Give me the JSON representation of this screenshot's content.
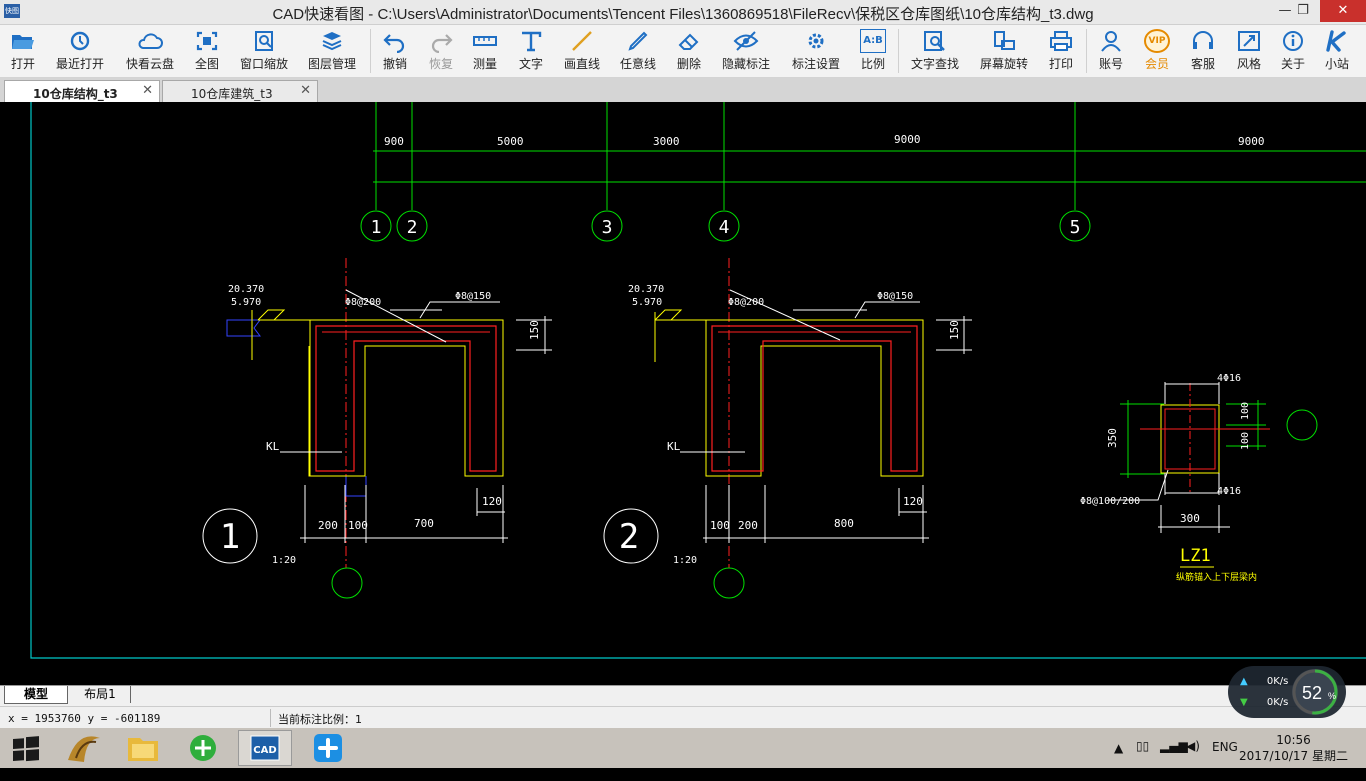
{
  "window": {
    "title": "CAD快速看图 - C:\\Users\\Administrator\\Documents\\Tencent Files\\1360869518\\FileRecv\\保税区仓库图纸\\10仓库结构_t3.dwg",
    "app_icon_text": "快图",
    "minimize": "—",
    "restore": "❐",
    "close": "✕"
  },
  "toolbar": {
    "open": "打开",
    "recent": "最近打开",
    "cloud": "快看云盘",
    "full_view": "全图",
    "window_zoom": "窗口缩放",
    "layers": "图层管理",
    "undo": "撤销",
    "redo": "恢复",
    "measure": "测量",
    "text": "文字",
    "line": "画直线",
    "freehand": "任意线",
    "erase": "删除",
    "hide_marks": "隐藏标注",
    "mark_settings": "标注设置",
    "scale": "比例",
    "text_search": "文字查找",
    "rotate": "屏幕旋转",
    "print": "打印",
    "account": "账号",
    "vip": "会员",
    "service": "客服",
    "style": "风格",
    "about": "关于",
    "site": "小站",
    "vip_badge": "VIP",
    "scale_badge": "A:B"
  },
  "tabs": [
    {
      "label": "10仓库结构_t3",
      "close": "✕"
    },
    {
      "label": "10仓库建筑_t3",
      "close": "✕"
    }
  ],
  "drawing": {
    "dims_top": [
      "900",
      "5000",
      "3000",
      "9000",
      "9000"
    ],
    "axes": [
      "1",
      "2",
      "3",
      "4",
      "5"
    ],
    "sec1": {
      "elev1": "20.370",
      "elev2": "5.970",
      "rebar1": "Φ8@200",
      "rebar2": "Φ8@150",
      "dim_h": "150",
      "beam": "KL",
      "dim_120": "120",
      "dim_a": "200",
      "dim_b": "100",
      "dim_c": "700",
      "id": "1",
      "scale": "1:20"
    },
    "sec2": {
      "elev1": "20.370",
      "elev2": "5.970",
      "rebar1": "Φ8@200",
      "rebar2": "Φ8@150",
      "dim_h": "150",
      "beam": "KL",
      "dim_120": "120",
      "dim_a": "100",
      "dim_b": "200",
      "dim_c": "800",
      "id": "2",
      "scale": "1:20"
    },
    "lz1": {
      "top_bars": "4Φ16",
      "bot_bars": "4Φ16",
      "dim_350": "350",
      "dim_100a": "100",
      "dim_100b": "100",
      "stirrup": "Φ8@100/200",
      "width": "300",
      "name": "LZ1",
      "note": "纵筋锚入上下层梁内"
    }
  },
  "layout_tabs": {
    "model": "模型",
    "layout1": "布局1"
  },
  "status": {
    "coords": "x = 1953760  y = -601189",
    "scale_text": "当前标注比例：1"
  },
  "net_widget": {
    "up": "0K/s",
    "down": "0K/s",
    "percent": "52",
    "percent_sign": "%",
    "percent_value": 0.52
  },
  "taskbar": {
    "app_label": "CAD",
    "lang": "ENG",
    "time": "10:56",
    "date": "2017/10/17 星期二"
  },
  "colors": {
    "cad_bg": "#000000",
    "frame": "#00c8c8",
    "grid": "#00e000",
    "concrete": "#ffff00",
    "rebar": "#ff2020",
    "dim": "#ffffff",
    "blue": "#3344ff"
  }
}
